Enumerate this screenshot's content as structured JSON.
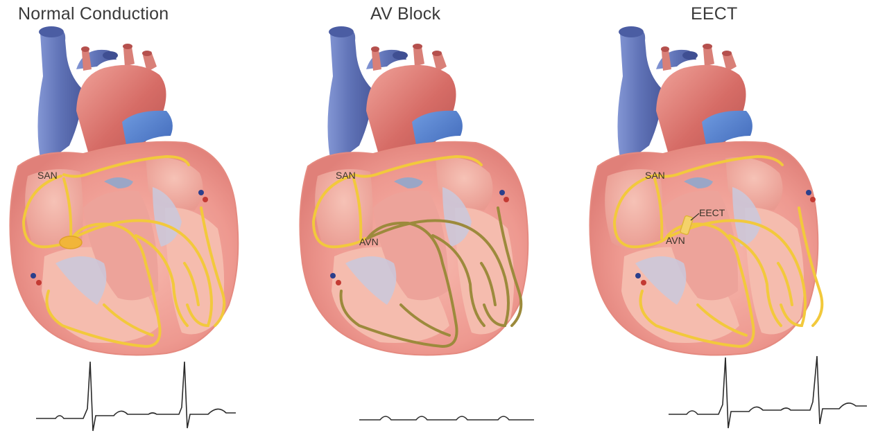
{
  "panels": [
    {
      "id": "normal",
      "title": "Normal Conduction",
      "labels": {
        "san": "SAN",
        "avn": "",
        "eect": ""
      },
      "pathway_color": "#f2c93c",
      "blocked_color": ""
    },
    {
      "id": "avblock",
      "title": "AV Block",
      "labels": {
        "san": "SAN",
        "avn": "AVN",
        "eect": ""
      },
      "pathway_color": "#f2c93c",
      "blocked_color": "#9c8a3c"
    },
    {
      "id": "eect",
      "title": "EECT",
      "labels": {
        "san": "SAN",
        "avn": "AVN",
        "eect": "EECT"
      },
      "pathway_color": "#f2c93c",
      "blocked_color": ""
    }
  ],
  "colors": {
    "vein": "#6e83c4",
    "artery": "#d9776f",
    "myocardium": "#ef9a92",
    "chamber": "#f4b2a6",
    "ecg": "#2a2a2a"
  }
}
